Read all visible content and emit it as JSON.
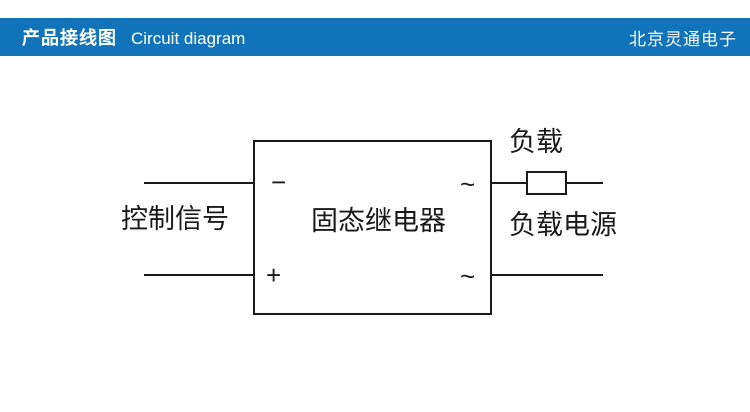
{
  "header": {
    "title_zh": "产品接线图",
    "title_en": "Circuit diagram",
    "company": "北京灵通电子",
    "bar_color": "#1173b9",
    "text_color": "#ffffff"
  },
  "diagram": {
    "control_signal_label": "控制信号",
    "relay_box_label": "固态继电器",
    "load_label": "负载",
    "load_power_label": "负载电源",
    "terminals": {
      "minus": "−",
      "plus": "+",
      "ac_top": "~",
      "ac_bottom": "~"
    },
    "line_color": "#1a1a1a"
  }
}
